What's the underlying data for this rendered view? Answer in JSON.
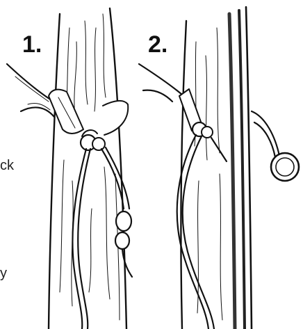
{
  "steps": [
    {
      "number": "1."
    },
    {
      "number": "2."
    }
  ],
  "cropped_text": [
    "ck",
    "y"
  ],
  "colors": {
    "ink": "#111111",
    "background": "#ffffff"
  }
}
